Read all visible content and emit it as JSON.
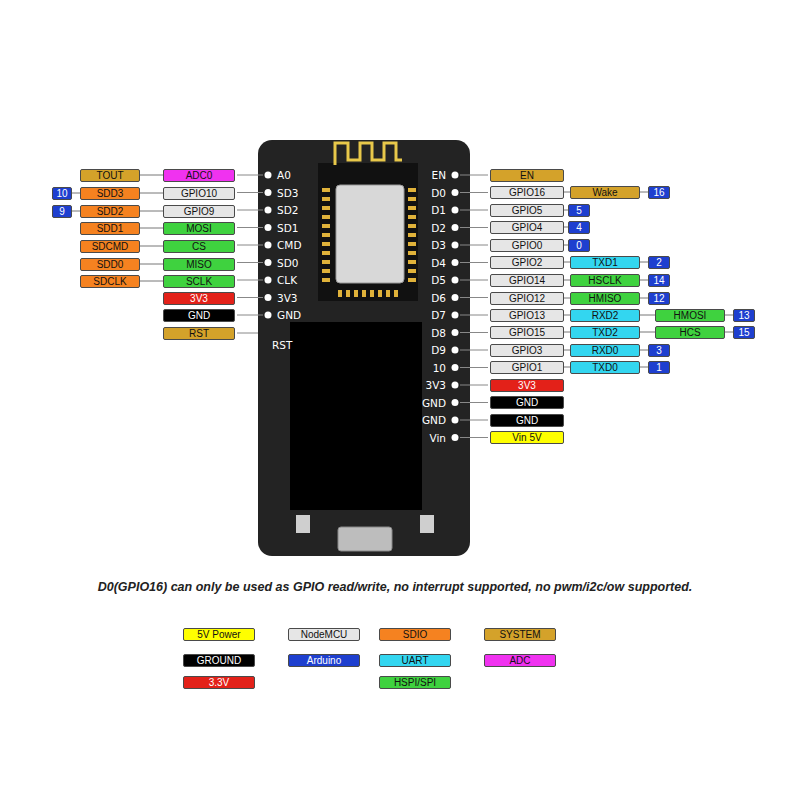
{
  "diagram": {
    "caption": "D0(GPIO16) can only be used as GPIO read/write, no interrupt supported, no pwm/i2c/ow supported.",
    "nodes": [
      {
        "text": [
          "TOUT"
        ]
      },
      {
        "text": [
          "ADC0"
        ]
      },
      {
        "text": [
          "10"
        ]
      },
      {
        "text": [
          "SDD3"
        ]
      },
      {
        "text": [
          "GPIO10"
        ]
      },
      {
        "text": [
          "9"
        ]
      },
      {
        "text": [
          "SDD2"
        ]
      },
      {
        "text": [
          "GPIO9"
        ]
      },
      {
        "text": [
          "SDD1"
        ]
      },
      {
        "text": [
          "MOSI"
        ]
      },
      {
        "text": [
          "SDCMD"
        ]
      },
      {
        "text": [
          "CS"
        ]
      },
      {
        "text": [
          "SDD0"
        ]
      },
      {
        "text": [
          "MISO"
        ]
      },
      {
        "text": [
          "SDCLK"
        ]
      },
      {
        "text": [
          "SCLK"
        ]
      },
      {
        "text": [
          "3V3"
        ]
      },
      {
        "text": [
          "GND"
        ]
      },
      {
        "text": [
          "RST"
        ]
      },
      {
        "text": [
          "EN"
        ]
      },
      {
        "text": [
          "GPIO16"
        ]
      },
      {
        "text": [
          "Wake"
        ]
      },
      {
        "text": [
          "16"
        ]
      },
      {
        "text": [
          "GPIO5"
        ]
      },
      {
        "text": [
          "5"
        ]
      },
      {
        "text": [
          "GPIO4"
        ]
      },
      {
        "text": [
          "4"
        ]
      },
      {
        "text": [
          "GPIO0"
        ]
      },
      {
        "text": [
          "0"
        ]
      },
      {
        "text": [
          "GPIO2"
        ]
      },
      {
        "text": [
          "TXD1"
        ]
      },
      {
        "text": [
          "2"
        ]
      },
      {
        "text": [
          "GPIO14"
        ]
      },
      {
        "text": [
          "HSCLK"
        ]
      },
      {
        "text": [
          "14"
        ]
      },
      {
        "text": [
          "GPIO12"
        ]
      },
      {
        "text": [
          "HMISO"
        ]
      },
      {
        "text": [
          "12"
        ]
      },
      {
        "text": [
          "GPIO13"
        ]
      },
      {
        "text": [
          "RXD2"
        ]
      },
      {
        "text": [
          "HMOSI"
        ]
      },
      {
        "text": [
          "13"
        ]
      },
      {
        "text": [
          "GPIO15"
        ]
      },
      {
        "text": [
          "TXD2"
        ]
      },
      {
        "text": [
          "HCS"
        ]
      },
      {
        "text": [
          "15"
        ]
      },
      {
        "text": [
          "GPIO3"
        ]
      },
      {
        "text": [
          "RXD0"
        ]
      },
      {
        "text": [
          "3"
        ]
      },
      {
        "text": [
          "GPIO1"
        ]
      },
      {
        "text": [
          "TXD0"
        ]
      },
      {
        "text": [
          "1"
        ]
      },
      {
        "text": [
          "3V3"
        ]
      },
      {
        "text": [
          "GND"
        ]
      },
      {
        "text": [
          "GND"
        ]
      },
      {
        "text": [
          "Vin 5V"
        ]
      }
    ],
    "edges": [
      {
        "from": 0,
        "to": 1,
        "arrow": "none"
      },
      {
        "from": 2,
        "to": 3,
        "arrow": "none"
      },
      {
        "from": 3,
        "to": 4,
        "arrow": "none"
      },
      {
        "from": 5,
        "to": 6,
        "arrow": "none"
      },
      {
        "from": 6,
        "to": 7,
        "arrow": "none"
      },
      {
        "from": 8,
        "to": 9,
        "arrow": "none"
      },
      {
        "from": 10,
        "to": 11,
        "arrow": "none"
      },
      {
        "from": 12,
        "to": 13,
        "arrow": "none"
      },
      {
        "from": 14,
        "to": 15,
        "arrow": "none"
      },
      {
        "from": 20,
        "to": 21,
        "arrow": "none"
      },
      {
        "from": 21,
        "to": 22,
        "arrow": "none"
      },
      {
        "from": 23,
        "to": 24,
        "arrow": "none"
      },
      {
        "from": 25,
        "to": 26,
        "arrow": "none"
      },
      {
        "from": 27,
        "to": 28,
        "arrow": "none"
      },
      {
        "from": 29,
        "to": 30,
        "arrow": "none"
      },
      {
        "from": 30,
        "to": 31,
        "arrow": "none"
      },
      {
        "from": 32,
        "to": 33,
        "arrow": "none"
      },
      {
        "from": 33,
        "to": 34,
        "arrow": "none"
      },
      {
        "from": 35,
        "to": 36,
        "arrow": "none"
      },
      {
        "from": 36,
        "to": 37,
        "arrow": "none"
      },
      {
        "from": 38,
        "to": 39,
        "arrow": "none"
      },
      {
        "from": 39,
        "to": 40,
        "arrow": "none"
      },
      {
        "from": 40,
        "to": 41,
        "arrow": "none"
      },
      {
        "from": 42,
        "to": 43,
        "arrow": "none"
      },
      {
        "from": 43,
        "to": 44,
        "arrow": "none"
      },
      {
        "from": 44,
        "to": 45,
        "arrow": "none"
      },
      {
        "from": 46,
        "to": 47,
        "arrow": "none"
      },
      {
        "from": 47,
        "to": 48,
        "arrow": "none"
      },
      {
        "from": 49,
        "to": 50,
        "arrow": "none"
      },
      {
        "from": 50,
        "to": 51,
        "arrow": "none"
      }
    ],
    "labels": [
      "A0",
      "SD3",
      "SD2",
      "SD1",
      "CMD",
      "SD0",
      "CLK",
      "3V3",
      "GND",
      "RST",
      "EN",
      "D0",
      "D1",
      "D2",
      "D3",
      "D4",
      "D5",
      "D6",
      "D7",
      "D8",
      "D9",
      "10",
      "3V3",
      "GND",
      "GND",
      "Vin"
    ],
    "legend": [
      {
        "text": "5V Power",
        "color": "#ffff00"
      },
      {
        "text": "NodeMCU",
        "color": "#e6e6e6"
      },
      {
        "text": "SDIO",
        "color": "#f58220"
      },
      {
        "text": "SYSTEM",
        "color": "#d4a22a"
      },
      {
        "text": "GROUND",
        "color": "#000000"
      },
      {
        "text": "Arduino",
        "color": "#1e3fcf"
      },
      {
        "text": "UART",
        "color": "#33d6f0"
      },
      {
        "text": "ADC",
        "color": "#f032f0"
      },
      {
        "text": "3.3V",
        "color": "#e32119"
      },
      {
        "text": "HSPI/SPI",
        "color": "#3fd23f"
      }
    ]
  }
}
